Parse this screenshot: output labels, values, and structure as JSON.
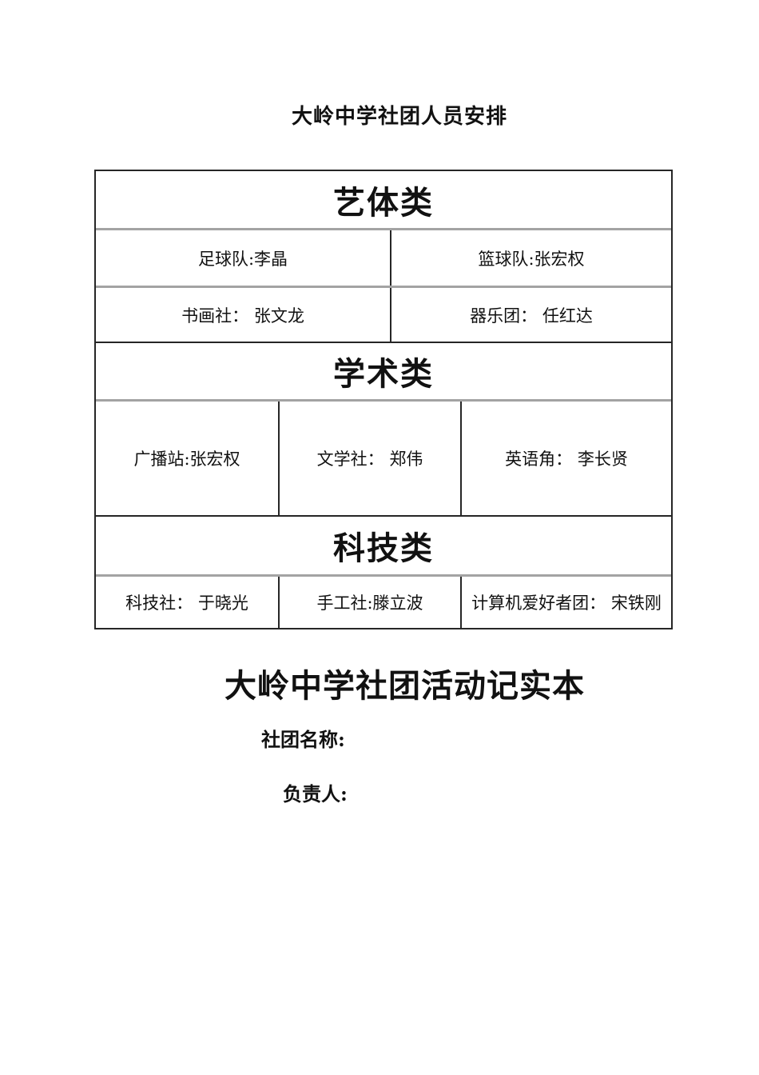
{
  "header": {
    "title": "大岭中学社团人员安排"
  },
  "table": {
    "sections": [
      {
        "header": "艺体类",
        "rows": [
          [
            "足球队:李晶",
            "篮球队:张宏权"
          ],
          [
            "书画社： 张文龙",
            "器乐团： 任红达"
          ]
        ]
      },
      {
        "header": "学术类",
        "rows": [
          [
            "广播站:张宏权",
            "文学社： 郑伟",
            "英语角： 李长贤"
          ]
        ]
      },
      {
        "header": "科技类",
        "rows": [
          [
            "科技社： 于晓光",
            "手工社:滕立波",
            "计算机爱好者团： 宋铁刚"
          ]
        ]
      }
    ]
  },
  "footer": {
    "book_title": "大岭中学社团活动记实本",
    "club_name_label": "社团名称:",
    "leader_label": "负责人:"
  },
  "colors": {
    "border_dark": "#262626",
    "border_gray": "#a3a3a3",
    "text": "#111111",
    "background": "#ffffff"
  }
}
